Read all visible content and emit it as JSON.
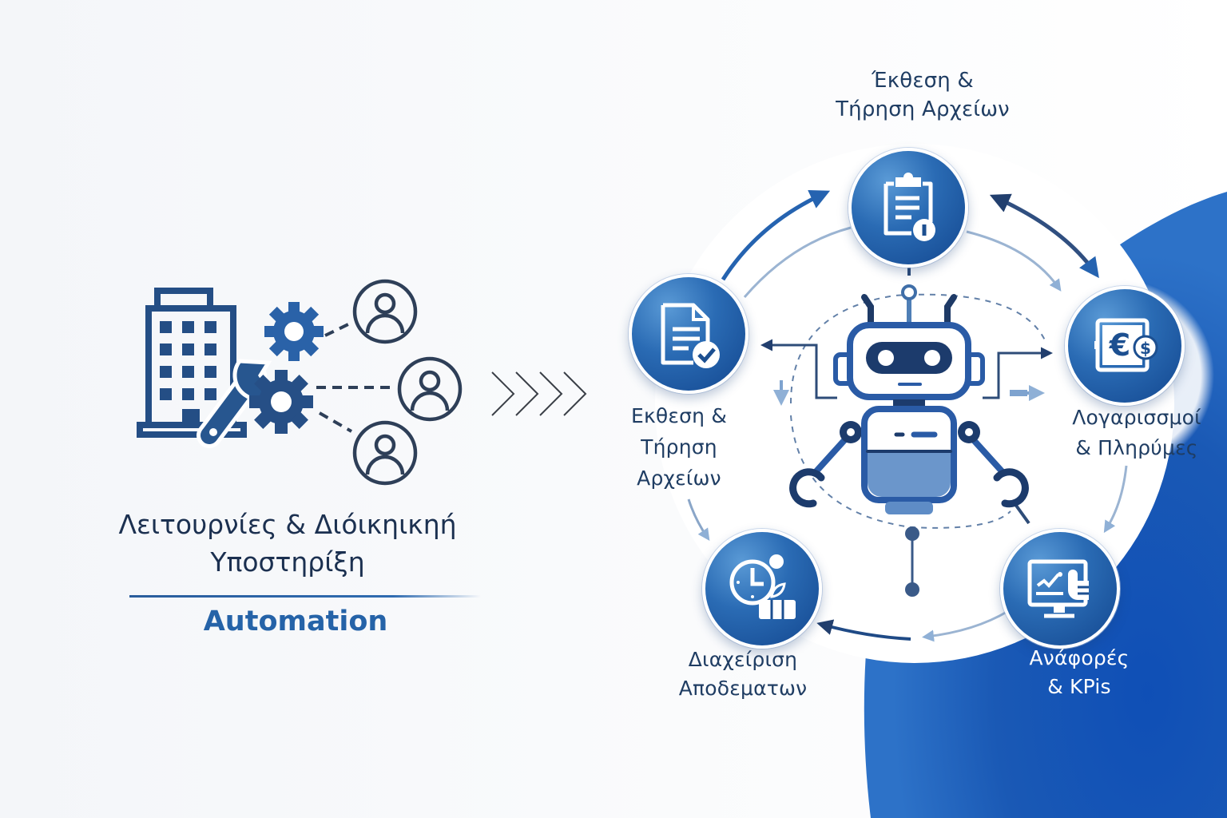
{
  "left_panel": {
    "title_lines": [
      "Λειτουρνίες & Διόικηικηή",
      "Υποστηρίξη"
    ],
    "subtitle": "Automation",
    "icons": {
      "building": "building-icon",
      "wrench": "wrench-icon",
      "gear_top": "gear-icon",
      "gear_bottom": "gear-icon",
      "users": [
        "user-icon",
        "user-icon",
        "user-icon"
      ]
    }
  },
  "flow_connector": {
    "icon": "chevrons-right-icon",
    "chevron_count": 4
  },
  "cycle": {
    "center": {
      "icon": "robot-icon"
    },
    "nodes": [
      {
        "id": "top",
        "icon": "clipboard-alert-icon",
        "label_lines": [
          "Έκθεση &",
          "Τήρηση Αρχείων"
        ]
      },
      {
        "id": "left",
        "icon": "document-check-icon",
        "label_lines": [
          "Εκθεση &",
          "Τήρηση",
          "Αρχείων"
        ]
      },
      {
        "id": "right",
        "icon": "euro-payment-icon",
        "label_lines": [
          "Λογαρισσμοί",
          "& Πληρύμες"
        ]
      },
      {
        "id": "bottom-right",
        "icon": "monitor-chart-icon",
        "label_lines": [
          "Ανάφορές",
          "& KPis"
        ]
      },
      {
        "id": "bottom-left",
        "icon": "clock-inventory-icon",
        "label_lines": [
          "Διαχείριση",
          "Αποδεματων"
        ]
      }
    ]
  },
  "colors": {
    "primary_dark": "#1b3a6b",
    "primary": "#2563a8",
    "accent_light": "#8fb0d6",
    "background_blue": "#1a56b0",
    "text_dark": "#1f3d63",
    "text_on_blue": "#ffffff"
  }
}
